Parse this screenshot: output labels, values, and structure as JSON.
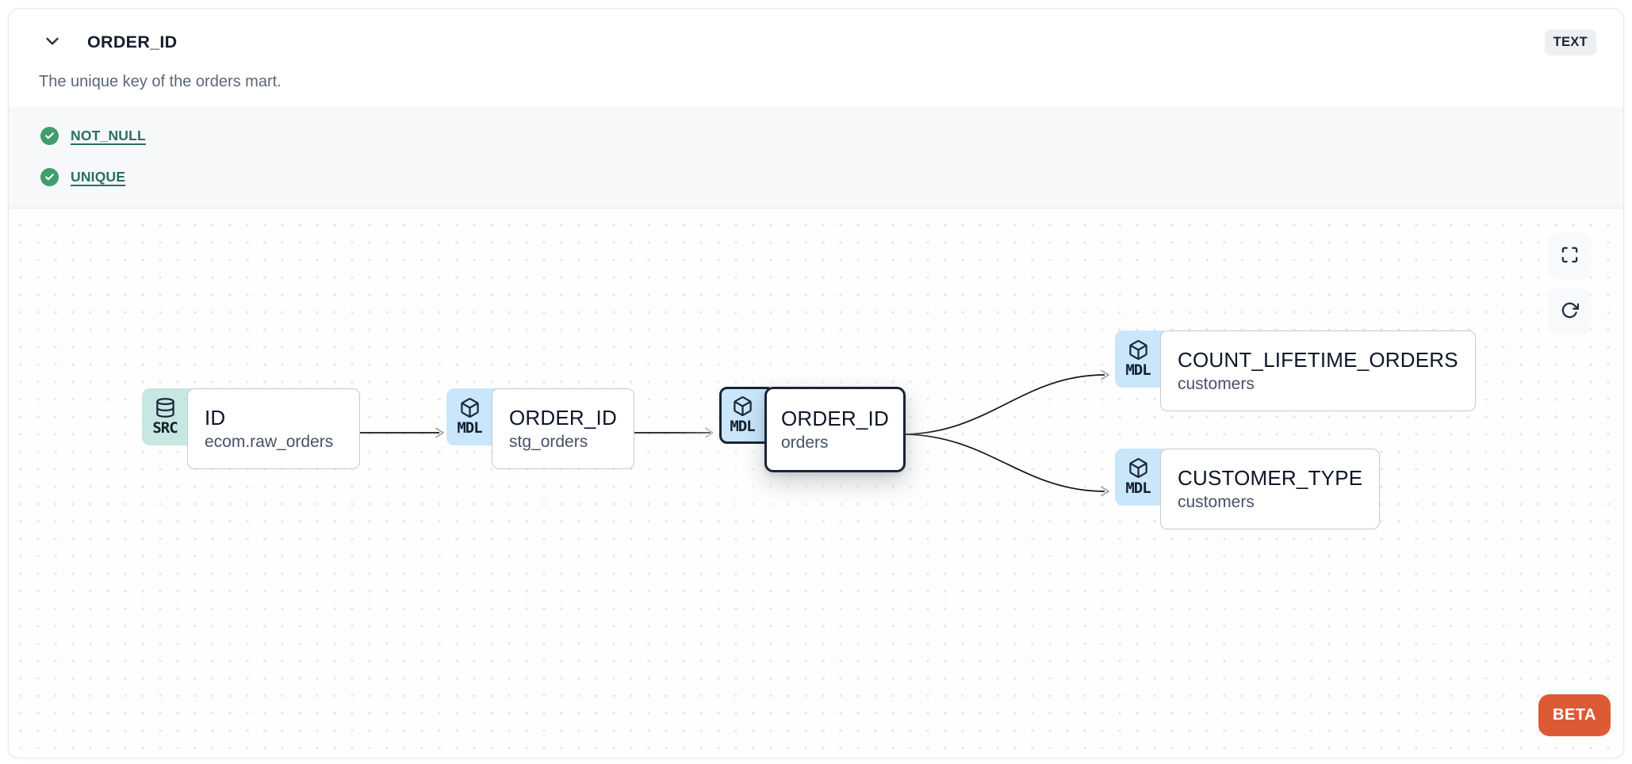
{
  "header": {
    "title": "ORDER_ID",
    "type_badge": "TEXT",
    "description": "The unique key of the orders mart.",
    "collapse_icon": "chevron-down-icon"
  },
  "tests": [
    {
      "label": "NOT_NULL",
      "status": "pass",
      "icon": "check-circle-icon"
    },
    {
      "label": "UNIQUE",
      "status": "pass",
      "icon": "check-circle-icon"
    }
  ],
  "lineage": {
    "nodes": [
      {
        "badge": "SRC",
        "icon": "database-icon",
        "title": "ID",
        "subtitle": "ecom.raw_orders",
        "selected": false
      },
      {
        "badge": "MDL",
        "icon": "cube-icon",
        "title": "ORDER_ID",
        "subtitle": "stg_orders",
        "selected": false
      },
      {
        "badge": "MDL",
        "icon": "cube-icon",
        "title": "ORDER_ID",
        "subtitle": "orders",
        "selected": true
      },
      {
        "badge": "MDL",
        "icon": "cube-icon",
        "title": "COUNT_LIFETIME_ORDERS",
        "subtitle": "customers",
        "selected": false
      },
      {
        "badge": "MDL",
        "icon": "cube-icon",
        "title": "CUSTOMER_TYPE",
        "subtitle": "customers",
        "selected": false
      }
    ],
    "edges": [
      {
        "from": 0,
        "to": 1
      },
      {
        "from": 1,
        "to": 2
      },
      {
        "from": 2,
        "to": 3
      },
      {
        "from": 2,
        "to": 4
      }
    ],
    "controls": [
      {
        "name": "fullscreen",
        "icon": "maximize-icon"
      },
      {
        "name": "refresh",
        "icon": "refresh-icon"
      }
    ]
  },
  "beta_label": "BETA",
  "colors": {
    "accent_orange": "#DC5B35",
    "test_pass_green": "#3F9D6E",
    "link_teal": "#2A6F63",
    "src_badge_teal": "#C6E7E2",
    "mdl_badge_blue": "#C9E6FA",
    "selected_border": "#1B2433",
    "type_badge_bg": "#EDF0F3"
  }
}
